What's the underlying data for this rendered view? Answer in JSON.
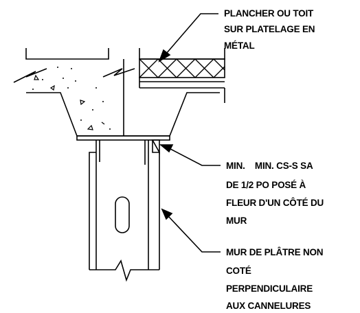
{
  "colors": {
    "ink": "#000000",
    "background": "#ffffff"
  },
  "labels": {
    "top": {
      "line1": "PLANCHER OU TOIT",
      "line2": "SUR PLATELAGE EN",
      "line3": "MÉTAL"
    },
    "middle": {
      "line1": "MIN.    MIN. CS-S SA",
      "line2": "DE 1/2 PO POSÉ À",
      "line3": "FLEUR D'UN CÔTÉ DU",
      "line4": "MUR"
    },
    "bottom": {
      "line1": "MUR DE PLÂTRE NON",
      "line2": "COTÉ",
      "line3": "PERPENDICULAIRE",
      "line4": "AUX CANNELURES"
    }
  }
}
